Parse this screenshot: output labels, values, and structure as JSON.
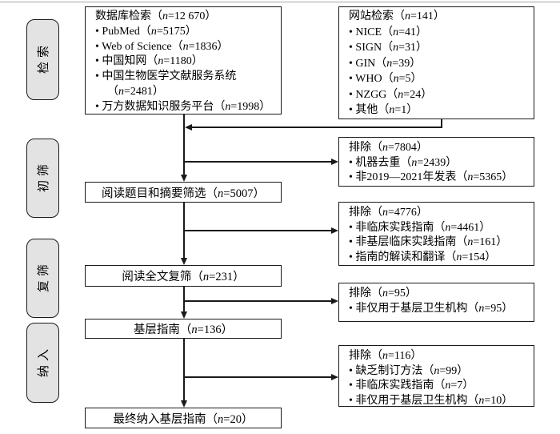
{
  "stages": [
    {
      "label": "检索"
    },
    {
      "label": "初筛"
    },
    {
      "label": "复筛"
    },
    {
      "label": "纳入"
    }
  ],
  "boxes": {
    "database_search": {
      "title": "数据库检索（n=12 670）",
      "items": [
        "• PubMed（n=5175）",
        "• Web of Science（n=1836）",
        "• 中国知网（n=1180）",
        "• 中国生物医学文献服务系统\n（n=2481）",
        "• 万方数据知识服务平台（n=1998）"
      ]
    },
    "website_search": {
      "title": "网站检索（n=141）",
      "items": [
        "• NICE（n=41）",
        "• SIGN（n=31）",
        "• GIN（n=39）",
        "• WHO（n=5）",
        "• NZGG（n=24）",
        "• 其他（n=1）"
      ]
    },
    "title_abstract_screening": {
      "label": "阅读题目和摘要筛选（n=5007）"
    },
    "full_text_screening": {
      "label": "阅读全文复筛（n=231）"
    },
    "primary_care_guidelines": {
      "label": "基层指南（n=136）"
    },
    "final_included": {
      "label": "最终纳入基层指南（n=20）"
    },
    "excluded_1": {
      "title": "排除（n=7804）",
      "items": [
        "• 机器去重（n=2439）",
        "• 非2019—2021年发表（n=5365）"
      ]
    },
    "excluded_2": {
      "title": "排除（n=4776）",
      "items": [
        "• 非临床实践指南（n=4461）",
        "• 非基层临床实践指南（n=161）",
        "• 指南的解读和翻译（n=154）"
      ]
    },
    "excluded_3": {
      "title": "排除（n=95）",
      "items": [
        "• 非仅用于基层卫生机构（n=95）"
      ]
    },
    "excluded_4": {
      "title": "排除（n=116）",
      "items": [
        "• 缺乏制订方法（n=99）",
        "• 非临床实践指南（n=7）",
        "• 非仅用于基层卫生机构（n=10）"
      ]
    }
  },
  "colors": {
    "line": "#1a1a1a",
    "stage_fill": "#e3e3e3",
    "box_fill": "#ffffff"
  }
}
